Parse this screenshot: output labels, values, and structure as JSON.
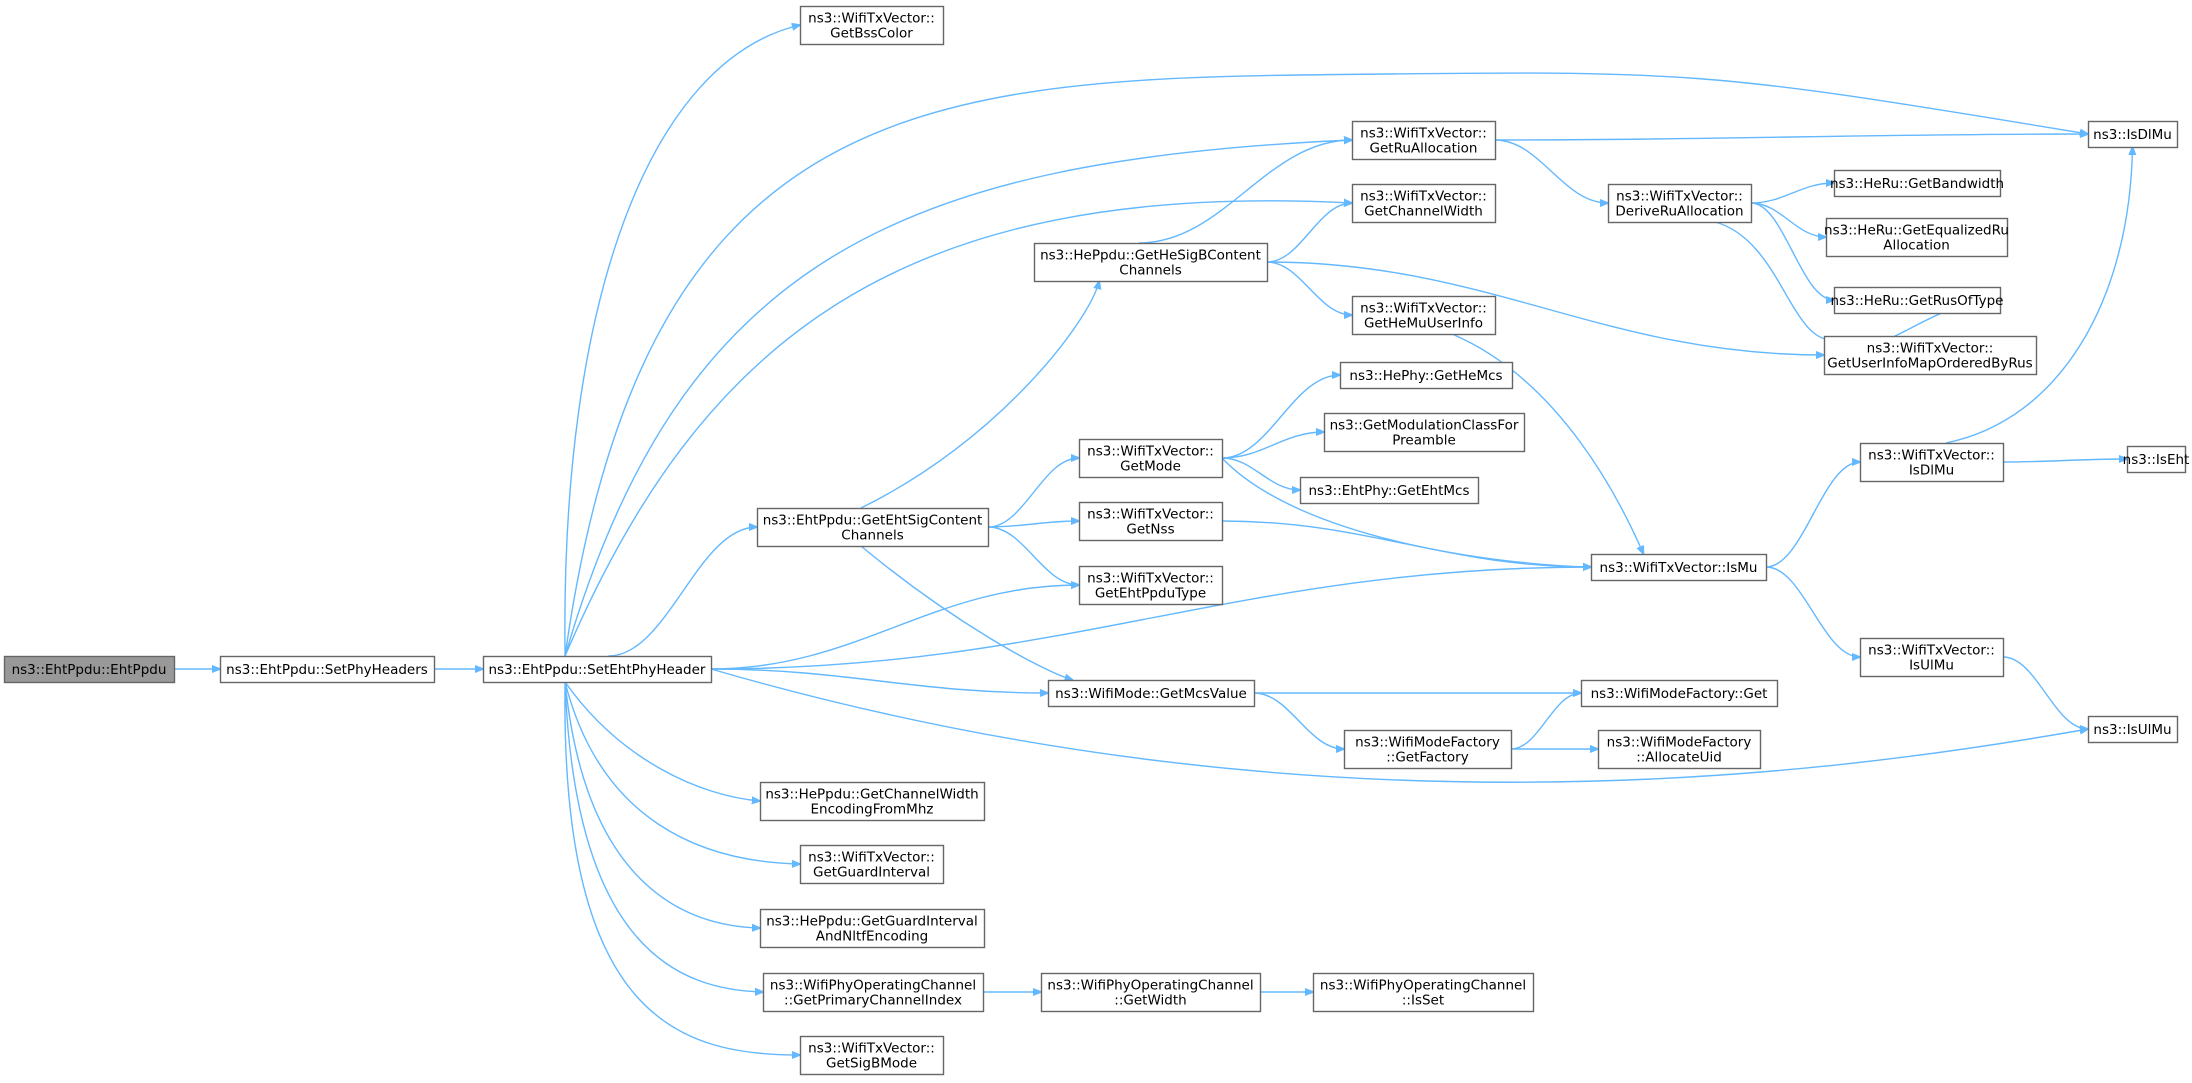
{
  "colors": {
    "edge": "#63b8ff",
    "node_border": "#666666",
    "root_fill": "#999999",
    "node_fill": "#ffffff"
  },
  "nodes": [
    {
      "id": "n0",
      "lines": [
        "ns3::EhtPpdu::EhtPpdu"
      ],
      "root": true
    },
    {
      "id": "n1",
      "lines": [
        "ns3::EhtPpdu::SetPhyHeaders"
      ]
    },
    {
      "id": "n2",
      "lines": [
        "ns3::EhtPpdu::SetEhtPhyHeader"
      ]
    },
    {
      "id": "n3",
      "lines": [
        "ns3::WifiTxVector::",
        "GetBssColor"
      ]
    },
    {
      "id": "n4",
      "lines": [
        "ns3::WifiTxVector::",
        "GetRuAllocation"
      ]
    },
    {
      "id": "n5",
      "lines": [
        "ns3::WifiTxVector::",
        "GetChannelWidth"
      ]
    },
    {
      "id": "n6",
      "lines": [
        "ns3::HePpdu::GetHeSigBContent",
        "Channels"
      ]
    },
    {
      "id": "n7",
      "lines": [
        "ns3::WifiTxVector::",
        "GetHeMuUserInfo"
      ]
    },
    {
      "id": "n8",
      "lines": [
        "ns3::HePhy::GetHeMcs"
      ]
    },
    {
      "id": "n9",
      "lines": [
        "ns3::WifiTxVector::",
        "GetMode"
      ]
    },
    {
      "id": "n10",
      "lines": [
        "ns3::GetModulationClassFor",
        "Preamble"
      ]
    },
    {
      "id": "n11",
      "lines": [
        "ns3::EhtPhy::GetEhtMcs"
      ]
    },
    {
      "id": "n12",
      "lines": [
        "ns3::EhtPpdu::GetEhtSigContent",
        "Channels"
      ]
    },
    {
      "id": "n13",
      "lines": [
        "ns3::WifiTxVector::",
        "GetNss"
      ]
    },
    {
      "id": "n14",
      "lines": [
        "ns3::WifiTxVector::",
        "GetEhtPpduType"
      ]
    },
    {
      "id": "n15",
      "lines": [
        "ns3::WifiMode::GetMcsValue"
      ]
    },
    {
      "id": "n16",
      "lines": [
        "ns3::WifiModeFactory",
        "::GetFactory"
      ]
    },
    {
      "id": "n17",
      "lines": [
        "ns3::WifiModeFactory::Get"
      ]
    },
    {
      "id": "n18",
      "lines": [
        "ns3::WifiModeFactory",
        "::AllocateUid"
      ]
    },
    {
      "id": "n19",
      "lines": [
        "ns3::HePpdu::GetChannelWidth",
        "EncodingFromMhz"
      ]
    },
    {
      "id": "n20",
      "lines": [
        "ns3::WifiTxVector::",
        "GetGuardInterval"
      ]
    },
    {
      "id": "n21",
      "lines": [
        "ns3::HePpdu::GetGuardInterval",
        "AndNltfEncoding"
      ]
    },
    {
      "id": "n22",
      "lines": [
        "ns3::WifiPhyOperatingChannel",
        "::GetPrimaryChannelIndex"
      ]
    },
    {
      "id": "n23",
      "lines": [
        "ns3::WifiPhyOperatingChannel",
        "::GetWidth"
      ]
    },
    {
      "id": "n24",
      "lines": [
        "ns3::WifiPhyOperatingChannel",
        "::IsSet"
      ]
    },
    {
      "id": "n25",
      "lines": [
        "ns3::WifiTxVector::",
        "GetSigBMode"
      ]
    },
    {
      "id": "n26",
      "lines": [
        "ns3::WifiTxVector::",
        "DeriveRuAllocation"
      ]
    },
    {
      "id": "n27",
      "lines": [
        "ns3::HeRu::GetBandwidth"
      ]
    },
    {
      "id": "n28",
      "lines": [
        "ns3::HeRu::GetEqualizedRu",
        "Allocation"
      ]
    },
    {
      "id": "n29",
      "lines": [
        "ns3::HeRu::GetRusOfType"
      ]
    },
    {
      "id": "n30",
      "lines": [
        "ns3::WifiTxVector::",
        "GetUserInfoMapOrderedByRus"
      ]
    },
    {
      "id": "n31",
      "lines": [
        "ns3::IsDlMu"
      ]
    },
    {
      "id": "n32",
      "lines": [
        "ns3::WifiTxVector::IsMu"
      ]
    },
    {
      "id": "n33",
      "lines": [
        "ns3::WifiTxVector::",
        "IsDlMu"
      ]
    },
    {
      "id": "n34",
      "lines": [
        "ns3::IsEht"
      ]
    },
    {
      "id": "n35",
      "lines": [
        "ns3::WifiTxVector::",
        "IsUlMu"
      ]
    },
    {
      "id": "n36",
      "lines": [
        "ns3::IsUlMu"
      ]
    }
  ],
  "edges": [
    [
      "n0",
      "n1"
    ],
    [
      "n1",
      "n2"
    ],
    [
      "n2",
      "n3"
    ],
    [
      "n2",
      "n31"
    ],
    [
      "n2",
      "n4"
    ],
    [
      "n2",
      "n5"
    ],
    [
      "n2",
      "n12"
    ],
    [
      "n2",
      "n14"
    ],
    [
      "n2",
      "n32"
    ],
    [
      "n2",
      "n15"
    ],
    [
      "n2",
      "n36"
    ],
    [
      "n2",
      "n19"
    ],
    [
      "n2",
      "n20"
    ],
    [
      "n2",
      "n21"
    ],
    [
      "n2",
      "n22"
    ],
    [
      "n2",
      "n25"
    ],
    [
      "n4",
      "n31"
    ],
    [
      "n4",
      "n26"
    ],
    [
      "n6",
      "n4"
    ],
    [
      "n6",
      "n5"
    ],
    [
      "n6",
      "n7"
    ],
    [
      "n6",
      "n30"
    ],
    [
      "n7",
      "n32"
    ],
    [
      "n9",
      "n8"
    ],
    [
      "n9",
      "n10"
    ],
    [
      "n9",
      "n11"
    ],
    [
      "n9",
      "n32"
    ],
    [
      "n12",
      "n6"
    ],
    [
      "n12",
      "n9"
    ],
    [
      "n12",
      "n13"
    ],
    [
      "n12",
      "n14"
    ],
    [
      "n12",
      "n15"
    ],
    [
      "n13",
      "n32"
    ],
    [
      "n15",
      "n17"
    ],
    [
      "n15",
      "n16"
    ],
    [
      "n16",
      "n17"
    ],
    [
      "n16",
      "n18"
    ],
    [
      "n22",
      "n23"
    ],
    [
      "n23",
      "n24"
    ],
    [
      "n26",
      "n27"
    ],
    [
      "n26",
      "n28"
    ],
    [
      "n26",
      "n29"
    ],
    [
      "n26",
      "n30"
    ],
    [
      "n29",
      "n30"
    ],
    [
      "n32",
      "n33"
    ],
    [
      "n32",
      "n35"
    ],
    [
      "n33",
      "n31"
    ],
    [
      "n33",
      "n34"
    ],
    [
      "n35",
      "n36"
    ]
  ]
}
